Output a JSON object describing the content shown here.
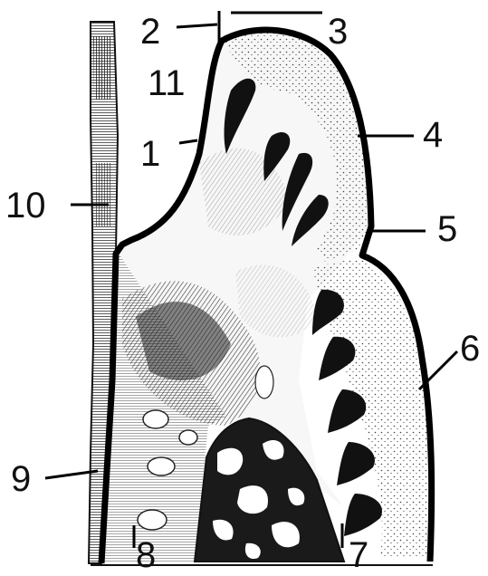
{
  "figure": {
    "labels": {
      "l1": "1",
      "l2": "2",
      "l3": "3",
      "l4": "4",
      "l5": "5",
      "l6": "6",
      "l7": "7",
      "l8": "8",
      "l9": "9",
      "l10": "10",
      "l11": "11"
    },
    "colors": {
      "ink": "#111111",
      "paper": "#ffffff",
      "stipple": "#444444"
    }
  }
}
